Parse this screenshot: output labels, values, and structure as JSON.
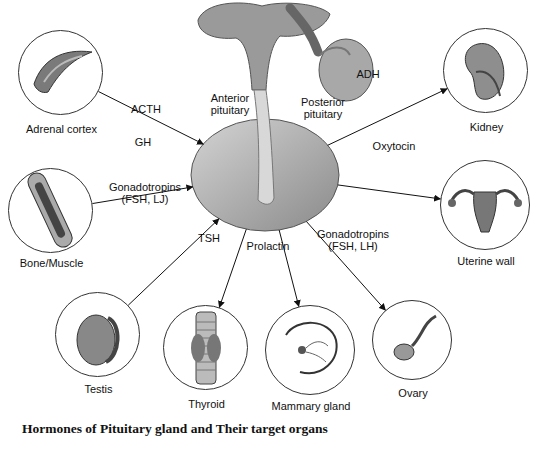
{
  "diagram": {
    "caption": "Hormones of Pituitary gland and Their target organs",
    "nodes": [
      {
        "text": [
          "Anterior pituitary",
          "Posterior pituitary"
        ]
      },
      {
        "text": [
          "Adrenal cortex"
        ]
      },
      {
        "text": [
          "Kidney"
        ]
      },
      {
        "text": [
          "Bone/Muscle"
        ]
      },
      {
        "text": [
          "Uterine wall"
        ]
      },
      {
        "text": [
          "Testis"
        ]
      },
      {
        "text": [
          "Thyroid"
        ]
      },
      {
        "text": [
          "Mammary gland"
        ]
      },
      {
        "text": [
          "Ovary"
        ]
      }
    ],
    "edges": [
      {
        "from": 1,
        "to": 0,
        "label": "ACTH",
        "arrow": "to"
      },
      {
        "from": 3,
        "to": 0,
        "label": "GH",
        "arrow": "to"
      },
      {
        "from": 5,
        "to": 0,
        "label": "Gonadotropins (FSH, LJ)",
        "arrow": "to"
      },
      {
        "from": 0,
        "to": 6,
        "label": "TSH",
        "arrow": "to"
      },
      {
        "from": 0,
        "to": 7,
        "label": "Prolactin",
        "arrow": "to"
      },
      {
        "from": 0,
        "to": 8,
        "label": "Gonadotropins (FSH, LH)",
        "arrow": "to"
      },
      {
        "from": 0,
        "to": 2,
        "label": "ADH",
        "arrow": "to"
      },
      {
        "from": 0,
        "to": 4,
        "label": "Oxytocin",
        "arrow": "to"
      }
    ]
  }
}
